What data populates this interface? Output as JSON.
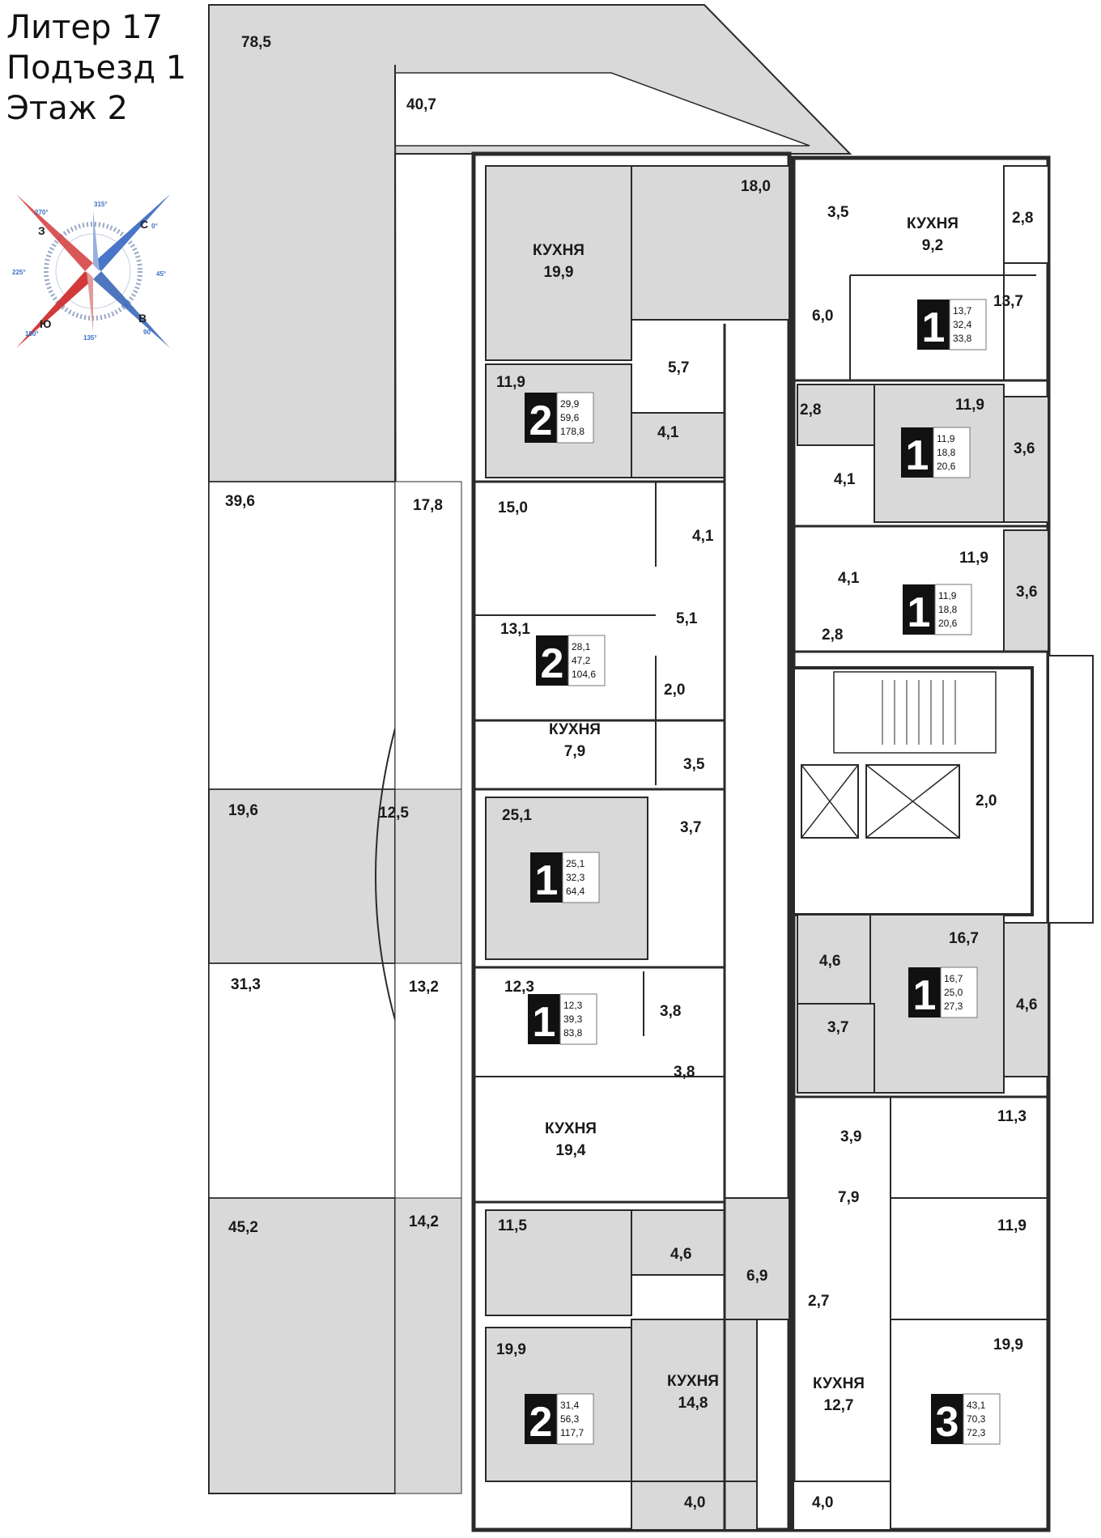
{
  "header": {
    "line1": "Литер 17",
    "line2": "Подъезд 1",
    "line3": "Этаж 2"
  },
  "compass": {
    "north": "С",
    "north_deg": "0°",
    "east": "В",
    "east_deg": "90°",
    "south": "Ю",
    "south_deg": "180°",
    "west": "З",
    "west_deg": "270°",
    "nw_deg": "315°",
    "ne_deg": "45°",
    "se_deg": "135°",
    "sw_deg": "225°",
    "colors": {
      "north": "#2f5fb5",
      "south": "#d23a3a"
    }
  },
  "colors": {
    "shade": "#d9d9d9",
    "wall": "#2a2a2a",
    "badge": "#111111"
  },
  "labels": {
    "terrace_785": "78,5",
    "terrace_407": "40,7",
    "terrace_396": "39,6",
    "terrace_178": "17,8",
    "terrace_196": "19,6",
    "terrace_125": "12,5",
    "terrace_313": "31,3",
    "terrace_132": "13,2",
    "terrace_452": "45,2",
    "terrace_142": "14,2",
    "room_180": "18,0",
    "room_57": "5,7",
    "room_119a": "11,9",
    "room_41a": "4,1",
    "room_150": "15,0",
    "room_41b": "4,1",
    "room_51": "5,1",
    "room_131": "13,1",
    "room_20a": "2,0",
    "room_79": "7,9",
    "room_35a": "3,5",
    "room_251": "25,1",
    "room_37a": "3,7",
    "room_123": "12,3",
    "room_38a": "3,8",
    "room_38b": "3,8",
    "room_115": "11,5",
    "room_46a": "4,6",
    "room_69": "6,9",
    "room_199a": "19,9",
    "room_40a": "4,0",
    "room_40b": "4,0",
    "room_35b": "3,5",
    "room_28a": "2,8",
    "room_60": "6,0",
    "room_137": "13,7",
    "room_28b": "2,8",
    "room_119b": "11,9",
    "room_41c": "4,1",
    "room_36a": "3,6",
    "room_41d": "4,1",
    "room_119c": "11,9",
    "room_36b": "3,6",
    "room_28c": "2,8",
    "room_20b": "2,0",
    "room_46b": "4,6",
    "room_167": "16,7",
    "room_46c": "4,6",
    "room_37b": "3,7",
    "room_39": "3,9",
    "room_113": "11,3",
    "room_79b": "7,9",
    "room_119d": "11,9",
    "room_27": "2,7",
    "room_199b": "19,9"
  },
  "kitchens": {
    "k199_title": "КУХНЯ",
    "k199_area": "19,9",
    "k79_title": "КУХНЯ",
    "k79_area": "7,9",
    "k194_title": "КУХНЯ",
    "k194_area": "19,4",
    "k148_title": "КУХНЯ",
    "k148_area": "14,8",
    "k92_title": "КУХНЯ",
    "k92_area": "9,2",
    "k127_title": "КУХНЯ",
    "k127_area": "12,7"
  },
  "apartments": [
    {
      "rooms": "2",
      "a": "29,9",
      "b": "59,6",
      "c": "178,8"
    },
    {
      "rooms": "2",
      "a": "28,1",
      "b": "47,2",
      "c": "104,6"
    },
    {
      "rooms": "1",
      "a": "25,1",
      "b": "32,3",
      "c": "64,4"
    },
    {
      "rooms": "1",
      "a": "12,3",
      "b": "39,3",
      "c": "83,8"
    },
    {
      "rooms": "2",
      "a": "31,4",
      "b": "56,3",
      "c": "117,7"
    },
    {
      "rooms": "1",
      "a": "13,7",
      "b": "32,4",
      "c": "33,8"
    },
    {
      "rooms": "1",
      "a": "11,9",
      "b": "18,8",
      "c": "20,6"
    },
    {
      "rooms": "1",
      "a": "11,9",
      "b": "18,8",
      "c": "20,6"
    },
    {
      "rooms": "1",
      "a": "16,7",
      "b": "25,0",
      "c": "27,3"
    },
    {
      "rooms": "3",
      "a": "43,1",
      "b": "70,3",
      "c": "72,3"
    }
  ]
}
